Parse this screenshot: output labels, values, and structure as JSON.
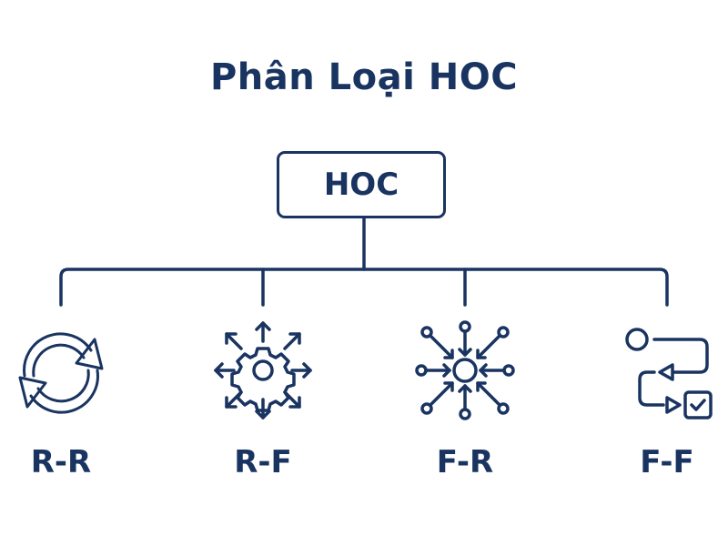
{
  "title": "Phân Loại HOC",
  "root": {
    "label": "HOC"
  },
  "colors": {
    "primary": "#1a3461",
    "background": "#ffffff"
  },
  "children": [
    {
      "label": "R-R",
      "icon": "refresh-cycle-icon"
    },
    {
      "label": "R-F",
      "icon": "gear-radiating-arrows-icon"
    },
    {
      "label": "F-R",
      "icon": "converging-nodes-icon"
    },
    {
      "label": "F-F",
      "icon": "flowchart-checkbox-icon"
    }
  ]
}
